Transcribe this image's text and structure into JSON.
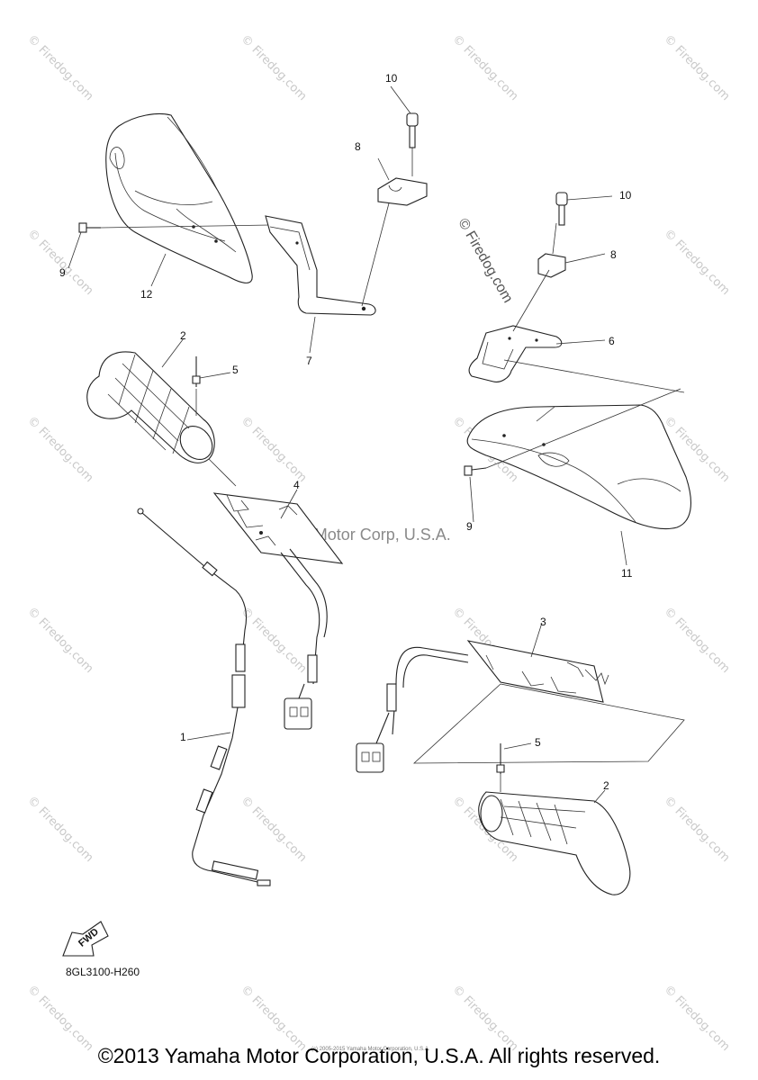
{
  "watermarks": {
    "small_text": "© Firedog.com",
    "large_text": "© Firedog.com",
    "center_text": "Yamaha Motor Corp, U.S.A."
  },
  "callouts": {
    "c1": "1",
    "c2a": "2",
    "c2b": "2",
    "c3": "3",
    "c4": "4",
    "c5a": "5",
    "c5b": "5",
    "c6": "6",
    "c7": "7",
    "c8a": "8",
    "c8b": "8",
    "c9a": "9",
    "c9b": "9",
    "c10a": "10",
    "c10b": "10",
    "c11": "11",
    "c12": "12"
  },
  "fwd_label": "FWD",
  "part_code": "8GL3100-H260",
  "tiny_copyright": "(c) 2005-2015 Yamaha Motor Corporation, U.S.A.",
  "footer": "©2013 Yamaha Motor Corporation, U.S.A. All rights reserved."
}
